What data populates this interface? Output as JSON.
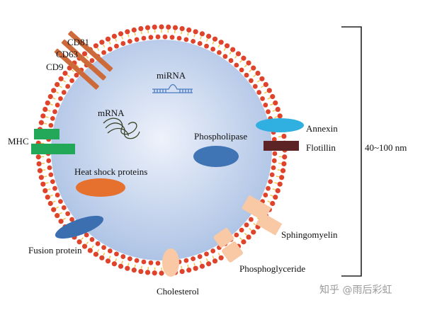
{
  "labels": {
    "cd81": "CD81",
    "cd63": "CD63",
    "cd9": "CD9",
    "mirna": "miRNA",
    "mrna": "mRNA",
    "mhc": "MHC",
    "phospholipase": "Phospholipase",
    "annexin": "Annexin",
    "flotillin": "Flotillin",
    "size": "40~100 nm",
    "heat_shock": "Heat shock proteins",
    "sphingomyelin": "Sphingomyelin",
    "fusion_protein": "Fusion protein",
    "phosphoglyceride": "Phosphoglyceride",
    "cholesterol": "Cholesterol"
  },
  "watermark": "知乎 @雨后彩虹",
  "colors": {
    "lipid_head": "#e0432b",
    "lipid_tail": "#f2c53d",
    "lumen_center": "#eef2fb",
    "lumen_edge": "#a8bfe3",
    "tetraspanin": "#cd6a3a",
    "mhc": "#23a85a",
    "annexin": "#2fb0e0",
    "flotillin": "#5c2424",
    "phospholipase": "#3f74b5",
    "heat_shock": "#e6702e",
    "fusion_protein": "#3b6fb0",
    "lipid_peach": "#f9c9a5"
  }
}
